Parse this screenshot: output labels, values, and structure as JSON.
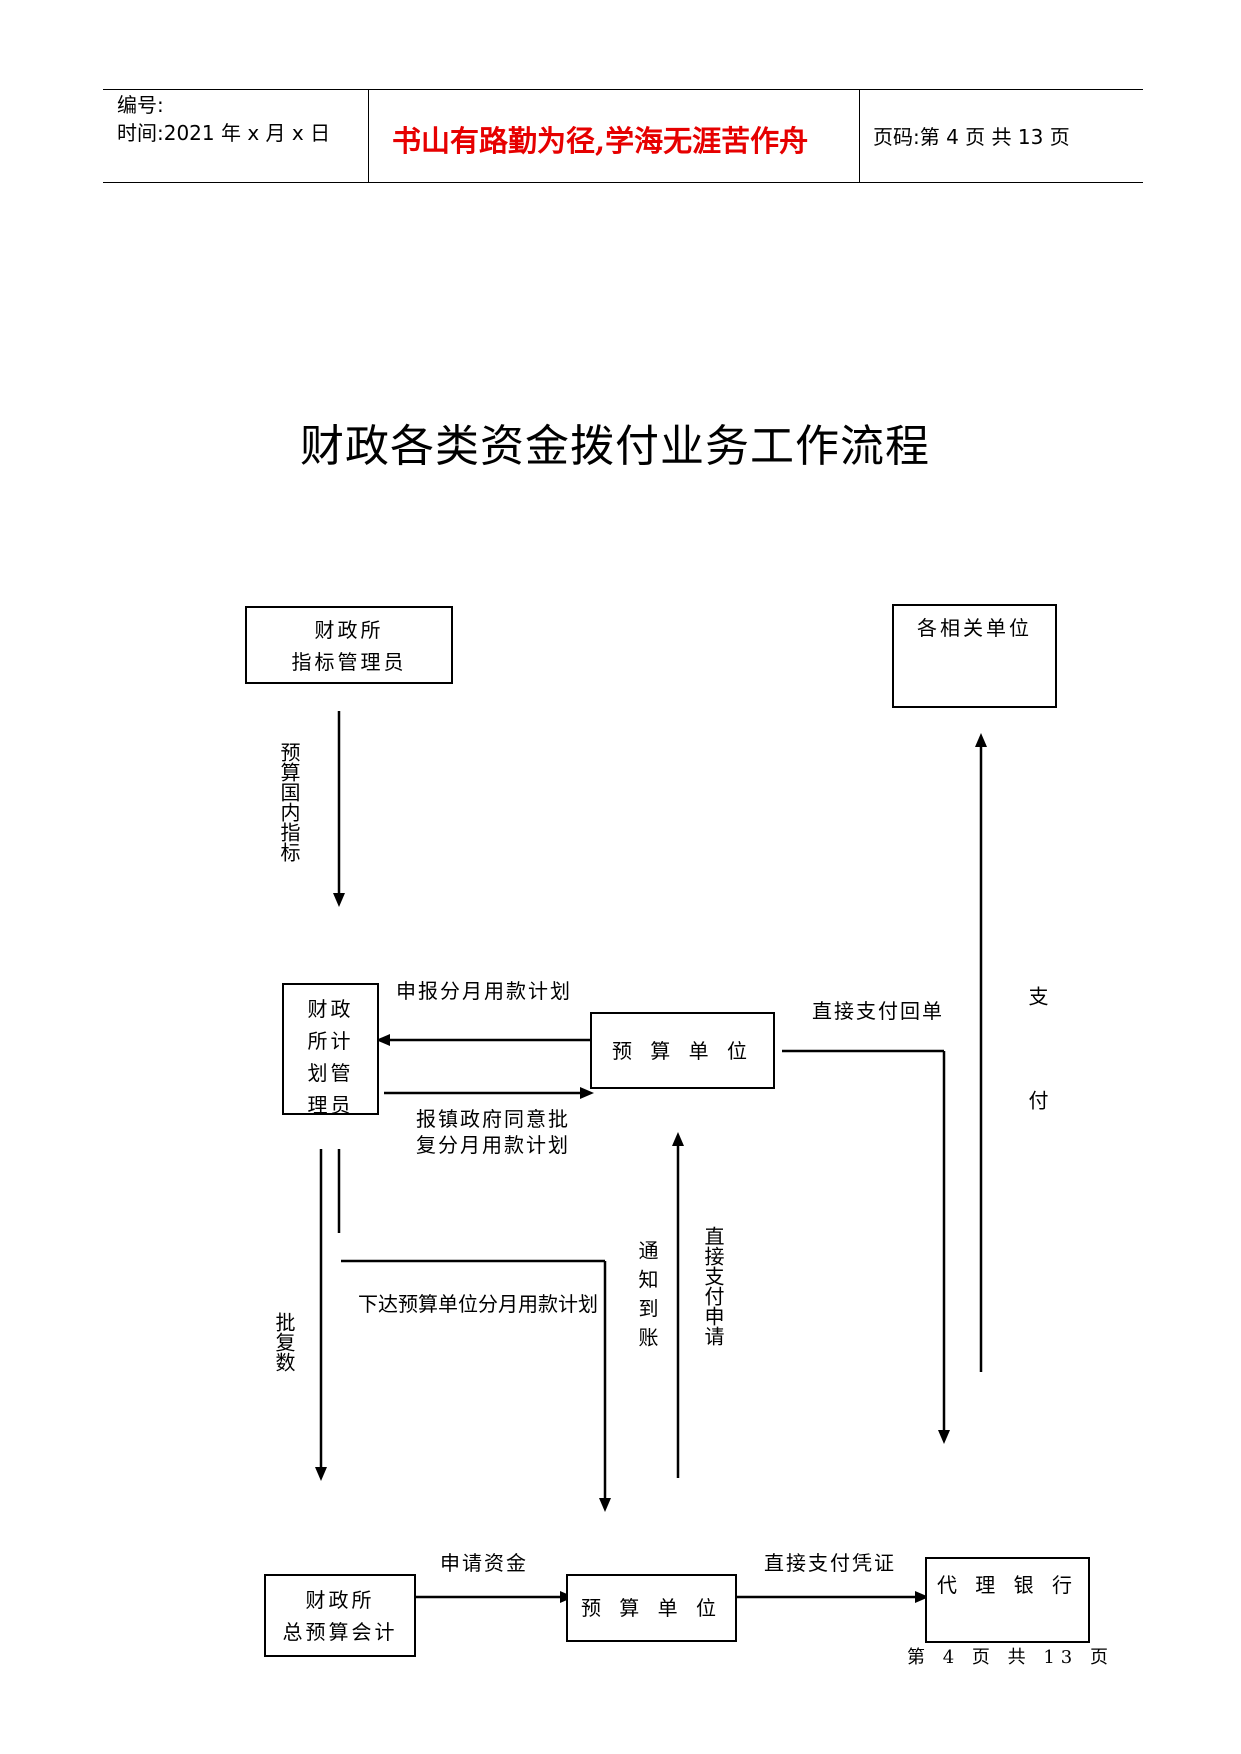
{
  "header": {
    "serial_label": "编号:",
    "time_label": "时间:2021 年 x 月 x 日",
    "motto": "书山有路勤为径,学海无涯苦作舟",
    "page_label": "页码:第 4 页  共 13 页"
  },
  "title": "财政各类资金拨付业务工作流程",
  "boxes": {
    "index_manager_l1": "财政所",
    "index_manager_l2": "指标管理员",
    "related_units": "各相关单位",
    "plan_manager_l1": "财政",
    "plan_manager_l2": "所计",
    "plan_manager_l3": "划管",
    "plan_manager_l4": "理员",
    "budget_unit_top": "预 算 单 位",
    "general_accountant_l1": "财政所",
    "general_accountant_l2": "总预算会计",
    "budget_unit_bottom": "预 算 单 位",
    "agent_bank": "代 理 银 行"
  },
  "labels": {
    "budget_domestic_index": "预算国内指标",
    "monthly_plan_report": "申报分月用款计划",
    "town_gov_approval_l1": "报镇政府同意批",
    "town_gov_approval_l2": "复分月用款计划",
    "direct_pay_receipt": "直接支付回单",
    "payment": "支 付",
    "approved_amount": "批复数",
    "issue_monthly_plan": "下达预算单位分月用款计划",
    "notify_arrival": "通知到账",
    "direct_pay_application": "直接支付申请",
    "apply_funds": "申请资金",
    "direct_pay_voucher": "直接支付凭证"
  },
  "footer": "第 4 页 共 13 页"
}
